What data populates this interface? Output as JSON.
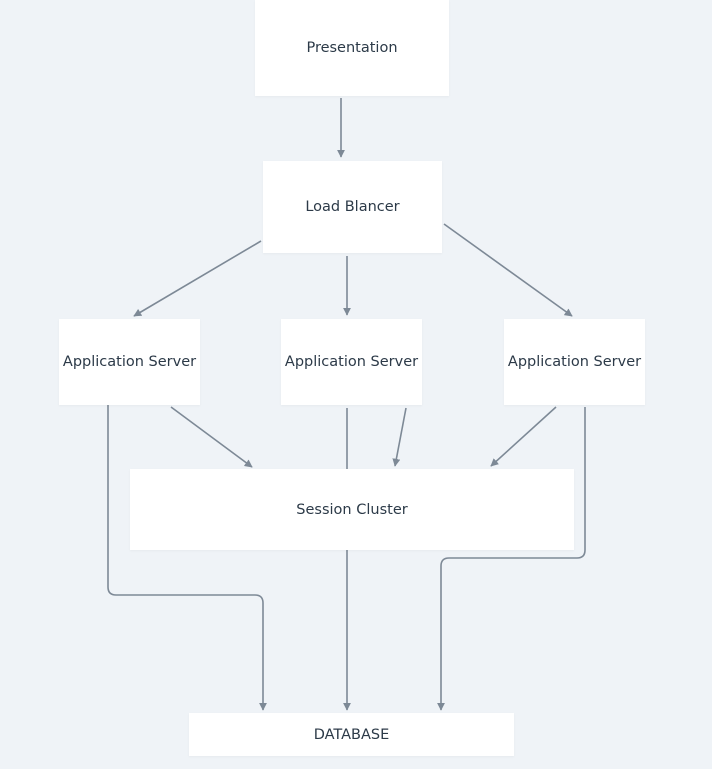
{
  "diagram": {
    "nodes": {
      "presentation": "Presentation",
      "load_balancer": "Load Blancer",
      "app_server_1": "Application Server",
      "app_server_2": "Application Server",
      "app_server_3": "Application Server",
      "session_cluster": "Session Cluster",
      "database": "DATABASE"
    },
    "colors": {
      "background": "#eff3f7",
      "node_fill": "#ffffff",
      "edge": "#7d8996",
      "text": "#2c3a48"
    }
  }
}
